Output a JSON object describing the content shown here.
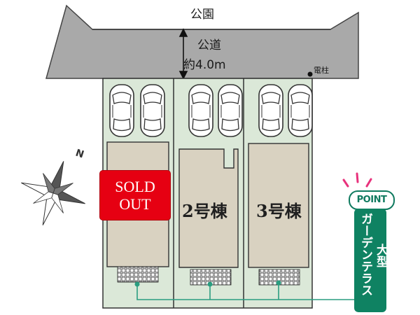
{
  "labels": {
    "park": "公園",
    "road_name": "公道",
    "road_width": "約4.0m",
    "utility_pole": "電柱",
    "compass_north": "N"
  },
  "units": [
    {
      "name": "",
      "sold_line1": "SOLD",
      "sold_line2": "OUT"
    },
    {
      "name": "2号棟"
    },
    {
      "name": "3号棟"
    }
  ],
  "point": {
    "badge": "POINT",
    "feature_main": "ガーデンテラス",
    "feature_prefix": "大型"
  },
  "colors": {
    "road": "#a9a9a9",
    "lot_green": "#dbe8d8",
    "house_beige": "#d9d2c1",
    "sold_red": "#e60012",
    "point_green": "#0f8262",
    "accent_pink": "#e8327c"
  },
  "icons": [
    "car-icon",
    "compass-rose-icon",
    "utility-pole-icon"
  ]
}
